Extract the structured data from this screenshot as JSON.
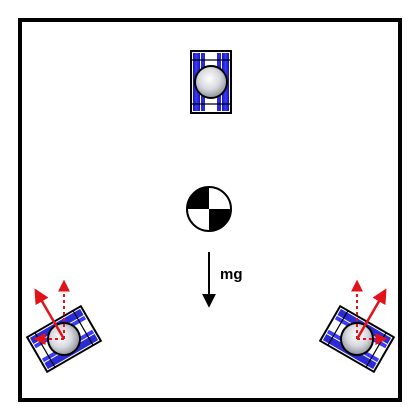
{
  "diagram": {
    "force_label": "mg",
    "colors": {
      "frame": "#000000",
      "wheel_blue": "#2a2ad6",
      "wheel_light": "#eaeaf6",
      "hub_gray": "#b9bbc2",
      "force_red": "#e2121a",
      "com_black": "#000000",
      "com_white": "#ffffff"
    },
    "wheels": [
      {
        "name": "top-wheel",
        "angle_deg": 0,
        "force_arrows": false
      },
      {
        "name": "bottom-left-wheel",
        "angle_deg": -30,
        "force_arrows": true
      },
      {
        "name": "bottom-right-wheel",
        "angle_deg": 30,
        "force_arrows": true
      }
    ],
    "icons": [
      "center-of-mass-icon",
      "gravity-arrow-icon",
      "force-arrow-icon"
    ]
  }
}
